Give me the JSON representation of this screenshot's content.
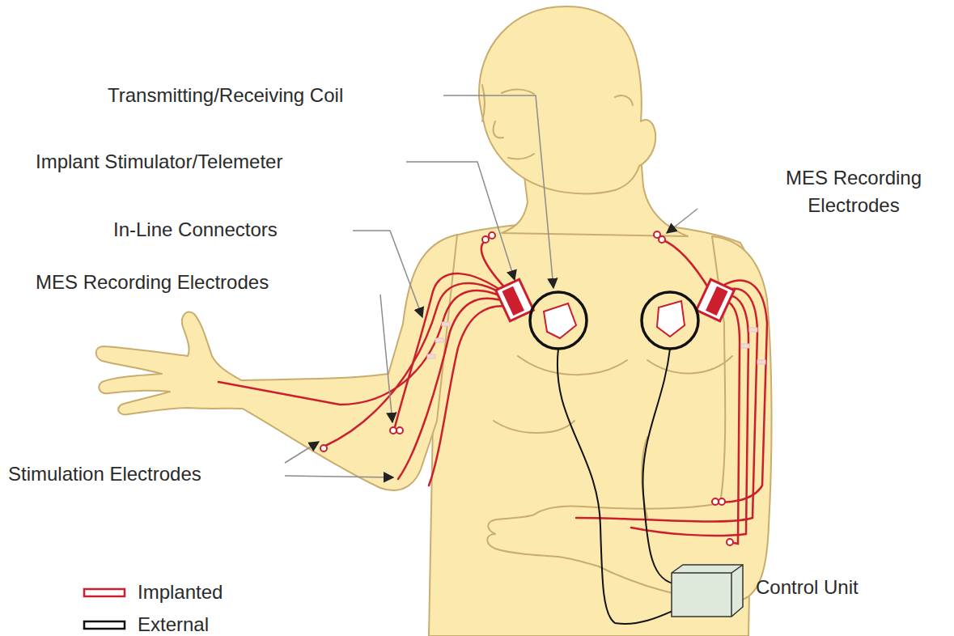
{
  "diagram": {
    "nodes": [
      {
        "text": [
          "Control Unit"
        ]
      }
    ],
    "labels": [
      "Transmitting/Receiving Coil",
      "Implant Stimulator/Telemeter",
      "MES Recording Electrodes",
      "In-Line Connectors",
      "MES Recording Electrodes",
      "Stimulation Electrodes"
    ],
    "legend": [
      {
        "text": "Implanted"
      },
      {
        "text": "External"
      }
    ]
  }
}
